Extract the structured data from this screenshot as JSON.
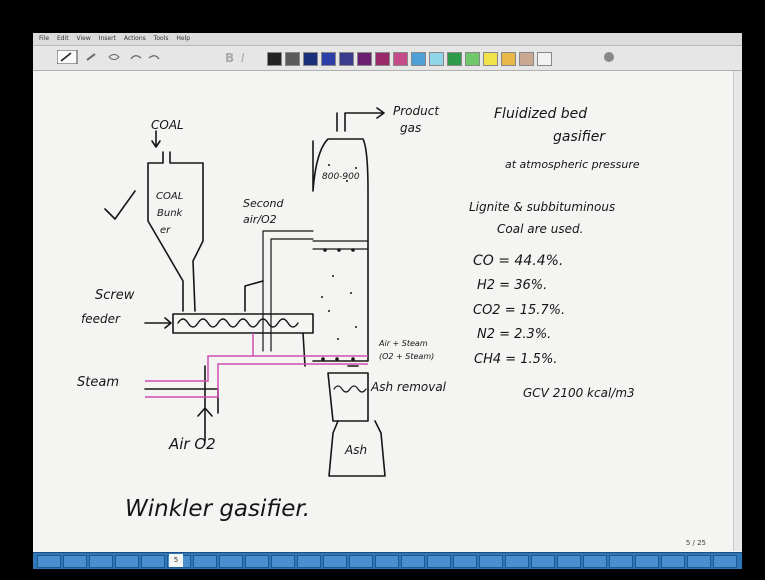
{
  "app": {
    "menu": [
      "File",
      "Edit",
      "View",
      "Insert",
      "Actions",
      "Tools",
      "Help"
    ],
    "toolbar_icons": [
      "pen-tool-icon",
      "eraser-icon",
      "lasso-icon",
      "undo-icon",
      "redo-icon",
      "bold-icon",
      "italic-icon",
      "insert-space-icon"
    ],
    "palette": [
      "#222222",
      "#5a5a5a",
      "#1b2f7a",
      "#2c3fa8",
      "#3a3a8e",
      "#6a1f70",
      "#9b2a6a",
      "#c44a8a",
      "#4fa0d8",
      "#8fd7e8",
      "#2f9a4a",
      "#6fc86a",
      "#f0e24a",
      "#e8b84a",
      "#c8a890",
      "#f2f2f2"
    ],
    "page_indicator": "5 / 25",
    "current_page": "5"
  },
  "notes": {
    "coal_label": "COAL",
    "bunker_label": [
      "COAL",
      "Bunk",
      "er"
    ],
    "secondary_air": [
      "Second",
      "air/O2"
    ],
    "product_gas": [
      "Product",
      "gas"
    ],
    "bed_temp": "800-900",
    "screw_feeder": [
      "Screw",
      "feeder"
    ],
    "steam_label": "Steam",
    "air_o2": "Air O2",
    "air_steam": [
      "Air + Steam",
      "(O2 + Steam)"
    ],
    "ash_removal": "Ash removal",
    "ash_label": "Ash",
    "title": "Winkler gasifier.",
    "heading": [
      "Fluidized bed",
      "gasifier",
      "at atmospheric pressure"
    ],
    "coal_type": [
      "Lignite & subbituminous",
      "Coal are used."
    ],
    "composition": [
      "CO = 44.4%.",
      "H2 = 36%.",
      "CO2 = 15.7%.",
      "N2 = 2.3%.",
      "CH4 = 1.5%."
    ],
    "gcv": "GCV 2100 kcal/m3"
  }
}
